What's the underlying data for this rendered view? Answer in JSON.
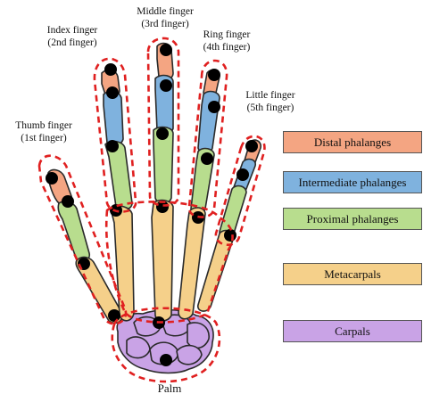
{
  "fingers": [
    {
      "name": "Thumb finger",
      "number": "(1st finger)"
    },
    {
      "name": "Index finger",
      "number": "(2nd finger)"
    },
    {
      "name": "Middle finger",
      "number": "(3rd finger)"
    },
    {
      "name": "Ring finger",
      "number": "(4th finger)"
    },
    {
      "name": "Little finger",
      "number": "(5th finger)"
    }
  ],
  "legend": [
    {
      "label": "Distal phalanges",
      "color": "#F4A582"
    },
    {
      "label": "Intermediate phalanges",
      "color": "#7FB2DE"
    },
    {
      "label": "Proximal phalanges",
      "color": "#B8DD8E"
    },
    {
      "label": "Metacarpals",
      "color": "#F5D08A"
    },
    {
      "label": "Carpals",
      "color": "#C9A3E6"
    }
  ],
  "palm_label": "Palm",
  "outline_color": "#E02020"
}
